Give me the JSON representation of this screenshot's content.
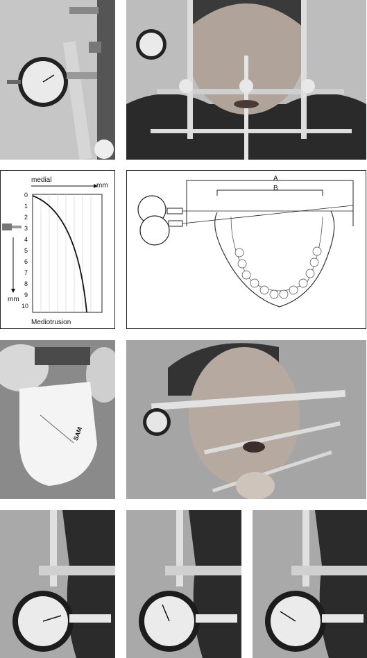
{
  "diagram_left": {
    "axis_top_label": "medial",
    "axis_top_unit": "mm",
    "axis_left_unit": "mm",
    "ticks": [
      "0",
      "1",
      "2",
      "3",
      "4",
      "5",
      "6",
      "7",
      "8",
      "9",
      "10"
    ],
    "caption": "Mediotrusion"
  },
  "diagram_right": {
    "label_a": "A",
    "label_b": "B"
  },
  "photos": {
    "gauge_closeup": "dial-gauge-icon",
    "patient_front": "patient-face-icon",
    "paper_card_brand": "SAM",
    "patient_side": "patient-face-icon",
    "sequence": [
      "dial-gauge-icon",
      "dial-gauge-icon",
      "dial-gauge-icon"
    ]
  }
}
